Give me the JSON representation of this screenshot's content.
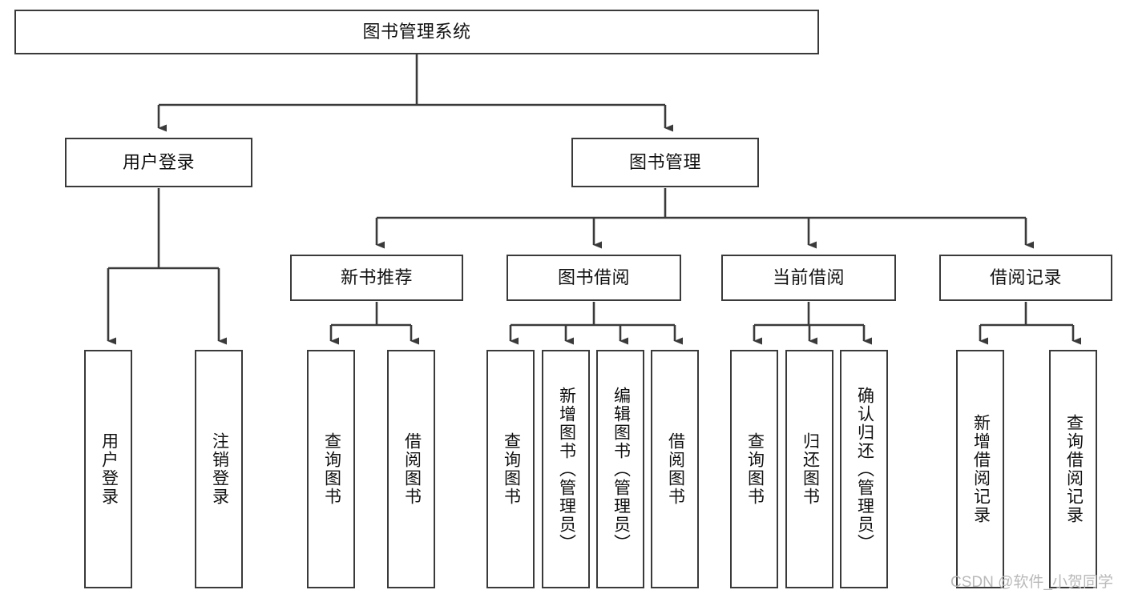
{
  "diagram": {
    "type": "hierarchy-tree",
    "title": "图书管理系统",
    "root": {
      "id": "root",
      "label": "图书管理系统"
    },
    "level2": [
      {
        "id": "user-login",
        "label": "用户登录"
      },
      {
        "id": "book-manage",
        "label": "图书管理"
      }
    ],
    "level3": [
      {
        "id": "new-book-recommend",
        "label": "新书推荐",
        "parent": "book-manage"
      },
      {
        "id": "book-borrow",
        "label": "图书借阅",
        "parent": "book-manage"
      },
      {
        "id": "current-borrow",
        "label": "当前借阅",
        "parent": "book-manage"
      },
      {
        "id": "borrow-record",
        "label": "借阅记录",
        "parent": "book-manage"
      }
    ],
    "leaves": {
      "user_login": [
        {
          "id": "leaf-user-login",
          "label": "用户登录"
        },
        {
          "id": "leaf-logout-login",
          "label": "注销登录"
        }
      ],
      "new_book_recommend": [
        {
          "id": "leaf-query-book-1",
          "label": "查询图书"
        },
        {
          "id": "leaf-borrow-book-1",
          "label": "借阅图书"
        }
      ],
      "book_borrow": [
        {
          "id": "leaf-query-book-2",
          "label": "查询图书"
        },
        {
          "id": "leaf-add-book",
          "label": "新增图书（管理员）"
        },
        {
          "id": "leaf-edit-book",
          "label": "编辑图书（管理员）"
        },
        {
          "id": "leaf-borrow-book-2",
          "label": "借阅图书"
        }
      ],
      "current_borrow": [
        {
          "id": "leaf-query-book-3",
          "label": "查询图书"
        },
        {
          "id": "leaf-return-book",
          "label": "归还图书"
        },
        {
          "id": "leaf-confirm-return",
          "label": "确认归还（管理员）"
        }
      ],
      "borrow_record": [
        {
          "id": "leaf-add-record",
          "label": "新增借阅记录"
        },
        {
          "id": "leaf-query-record",
          "label": "查询借阅记录"
        }
      ]
    },
    "colors": {
      "stroke": "#3a3a3a",
      "fill": "#ffffff",
      "text": "#111111",
      "watermark": "#b9b9b9"
    }
  },
  "watermark": {
    "text": "CSDN @软件_小贺同学"
  }
}
